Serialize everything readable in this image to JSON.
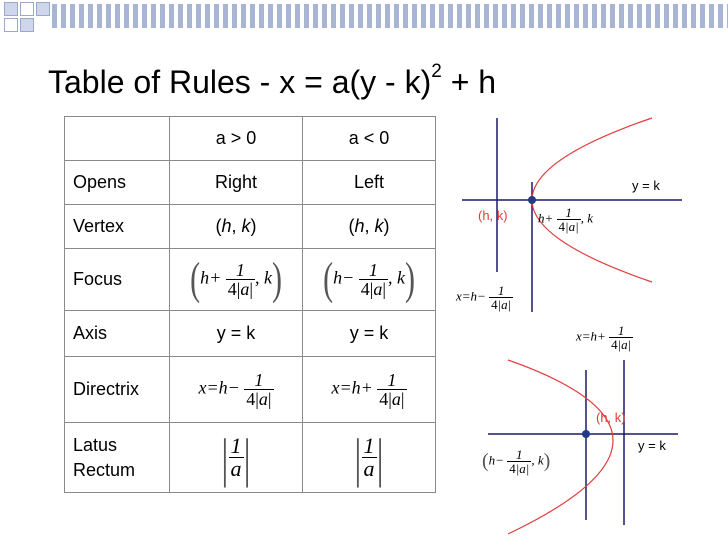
{
  "title": {
    "main": "Table of Rules -  x = a(y - k)",
    "exp": "2",
    "tail": " + h"
  },
  "table": {
    "header": [
      "",
      "a > 0",
      "a < 0"
    ],
    "rows": [
      {
        "label": "Opens",
        "pos": "Right",
        "neg": "Left"
      },
      {
        "label": "Vertex",
        "pos": {
          "open": "(",
          "h": "h",
          "sep": ", ",
          "k": "k",
          "close": ")"
        },
        "neg": {
          "open": "(",
          "h": "h",
          "sep": ", ",
          "k": "k",
          "close": ")"
        }
      },
      {
        "label": "Focus",
        "pos": {
          "pre": "h+",
          "num": "1",
          "den_a": "4",
          "a": "a",
          "post": ", k"
        },
        "neg": {
          "pre": "h−",
          "num": "1",
          "den_a": "4",
          "a": "a",
          "post": ", k"
        }
      },
      {
        "label": "Axis",
        "pos": "y = k",
        "neg": "y = k"
      },
      {
        "label": "Directrix",
        "pos": {
          "pre": "x=h−",
          "num": "1",
          "den_a": "4",
          "a": "a"
        },
        "neg": {
          "pre": "x=h+",
          "num": "1",
          "den_a": "4",
          "a": "a"
        }
      },
      {
        "label_line1": "Latus",
        "label_line2": "Rectum",
        "pos": {
          "num": "1",
          "den": "a"
        },
        "neg": {
          "num": "1",
          "den": "a"
        }
      }
    ]
  },
  "plot_top": {
    "axis_label": "y = k",
    "vertex_label": "(h, k)",
    "focus_label": {
      "pre": "h+",
      "num": "1",
      "den_a": "4",
      "a": "a",
      "post": ", k"
    },
    "directrix_label": {
      "pre": "x=h−",
      "num": "1",
      "den_a": "4",
      "a": "a"
    }
  },
  "plot_bottom": {
    "axis_label": "y = k",
    "vertex_label": "(h, k)",
    "focus_label": {
      "pre": "h−",
      "num": "1",
      "den_a": "4",
      "a": "a",
      "post": ", k"
    },
    "directrix_label": {
      "pre": "x=h+",
      "num": "1",
      "den_a": "4",
      "a": "a"
    }
  },
  "colors": {
    "curve": "#e23b3b",
    "line": "#1a1a6e",
    "vertex": "#1f3b8a",
    "deco": "#a8b6d3"
  }
}
